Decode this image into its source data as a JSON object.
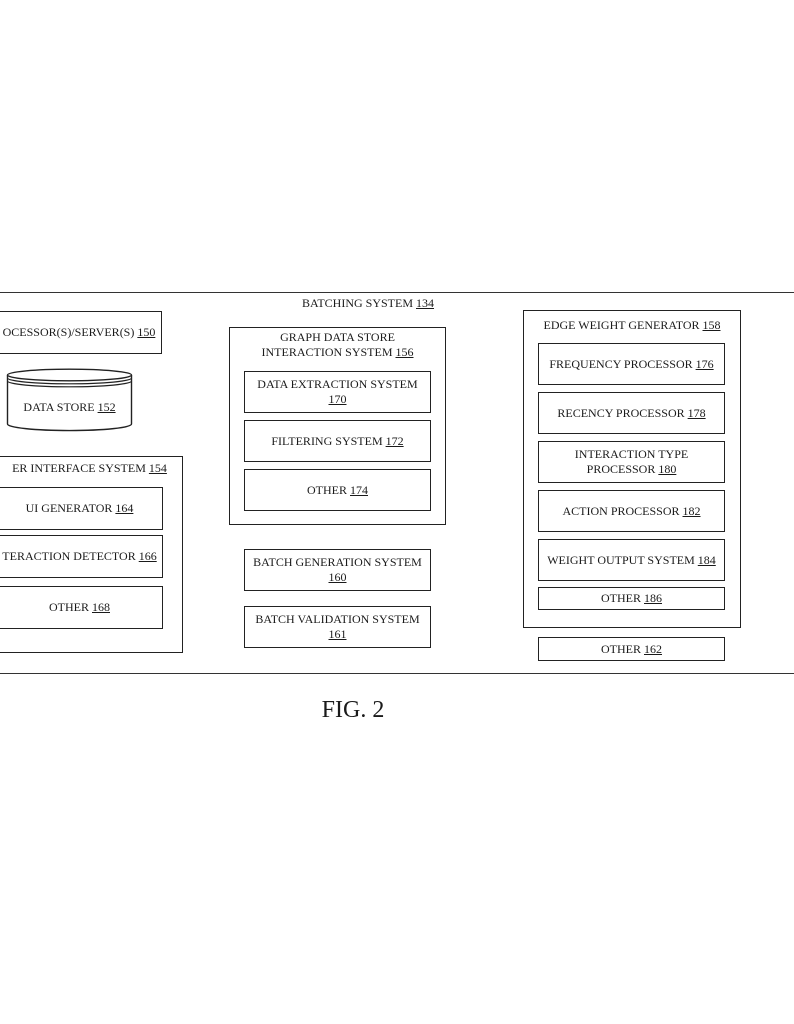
{
  "figure": {
    "caption": "FIG. 2"
  },
  "batching_system": {
    "title": "BATCHING SYSTEM",
    "ref": "134"
  },
  "processor": {
    "label": "OCESSOR(S)/SERVER(S)",
    "ref": "150"
  },
  "data_store": {
    "label": "DATA STORE",
    "ref": "152"
  },
  "user_interface_system": {
    "title": "ER INTERFACE SYSTEM",
    "ref": "154",
    "items": [
      {
        "label": "UI GENERATOR",
        "ref": "164"
      },
      {
        "label": "TERACTION DETECTOR",
        "ref": "166"
      },
      {
        "label": "OTHER",
        "ref": "168"
      }
    ]
  },
  "graph_data_store": {
    "title_line1": "GRAPH DATA STORE",
    "title_line2": "INTERACTION SYSTEM",
    "ref": "156",
    "items": [
      {
        "label": "DATA EXTRACTION SYSTEM",
        "ref": "170"
      },
      {
        "label": "FILTERING SYSTEM",
        "ref": "172"
      },
      {
        "label": "OTHER",
        "ref": "174"
      }
    ]
  },
  "batch_generation": {
    "label": "BATCH GENERATION SYSTEM",
    "ref": "160"
  },
  "batch_validation": {
    "label": "BATCH VALIDATION SYSTEM",
    "ref": "161"
  },
  "edge_weight_generator": {
    "title": "EDGE WEIGHT GENERATOR",
    "ref": "158",
    "items": [
      {
        "label": "FREQUENCY PROCESSOR",
        "ref": "176"
      },
      {
        "label": "RECENCY PROCESSOR",
        "ref": "178"
      },
      {
        "label_line1": "INTERACTION TYPE",
        "label_line2": "PROCESSOR",
        "ref": "180"
      },
      {
        "label": "ACTION PROCESSOR",
        "ref": "182"
      },
      {
        "label": "WEIGHT OUTPUT SYSTEM",
        "ref": "184"
      },
      {
        "label": "OTHER",
        "ref": "186"
      }
    ]
  },
  "other_162": {
    "label": "OTHER",
    "ref": "162"
  }
}
